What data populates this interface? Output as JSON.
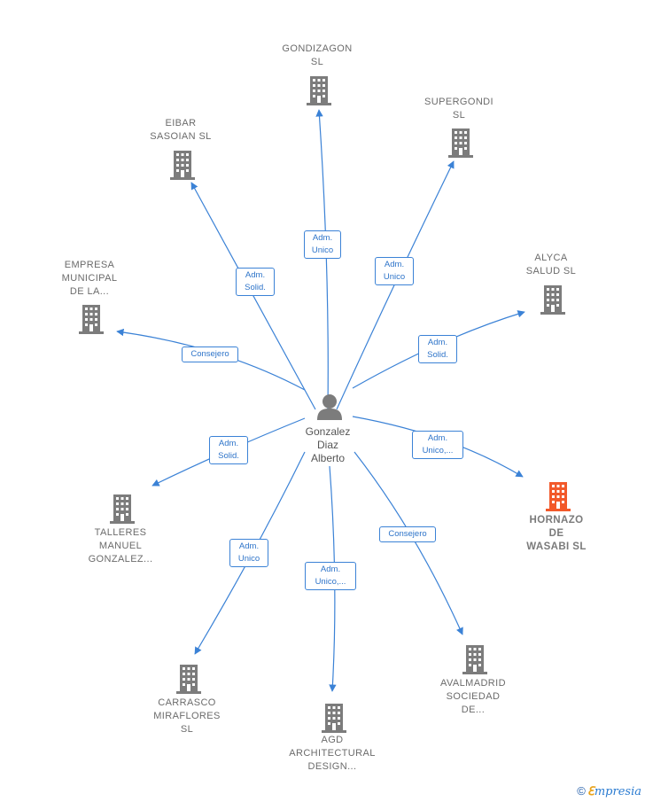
{
  "center": {
    "label": "Gonzalez\nDiaz\nAlberto",
    "icon": "person-icon"
  },
  "colors": {
    "edge": "#3b82d6",
    "building": "#7c7c7c",
    "building_highlight": "#f2592a"
  },
  "nodes": [
    {
      "id": "gondizagon",
      "label": "GONDIZAGON\nSL",
      "highlight": false,
      "edge_label": "Adm.\nUnico"
    },
    {
      "id": "supergondi",
      "label": "SUPERGONDI\nSL",
      "highlight": false,
      "edge_label": "Adm.\nUnico"
    },
    {
      "id": "eibar",
      "label": "EIBAR\nSASOIAN  SL",
      "highlight": false,
      "edge_label": "Adm.\nSolid."
    },
    {
      "id": "empresa",
      "label": "EMPRESA\nMUNICIPAL\nDE LA...",
      "highlight": false,
      "edge_label": "Consejero"
    },
    {
      "id": "alyca",
      "label": "ALYCA\nSALUD  SL",
      "highlight": false,
      "edge_label": "Adm.\nSolid."
    },
    {
      "id": "hornazo",
      "label": "HORNAZO\nDE\nWASABI  SL",
      "highlight": true,
      "edge_label": "Adm.\nUnico,..."
    },
    {
      "id": "talleres",
      "label": "TALLERES\nMANUEL\nGONZALEZ...",
      "highlight": false,
      "edge_label": "Adm.\nSolid."
    },
    {
      "id": "carrasco",
      "label": "CARRASCO\nMIRAFLORES\nSL",
      "highlight": false,
      "edge_label": "Adm.\nUnico"
    },
    {
      "id": "agd",
      "label": "AGD\nARCHITECTURAL\nDESIGN...",
      "highlight": false,
      "edge_label": "Adm.\nUnico,..."
    },
    {
      "id": "avalmadrid",
      "label": "AVALMADRID\nSOCIEDAD\nDE...",
      "highlight": false,
      "edge_label": "Consejero"
    }
  ],
  "brand": {
    "copyright": "©",
    "e": "ℇ",
    "rest": "mpresia"
  }
}
